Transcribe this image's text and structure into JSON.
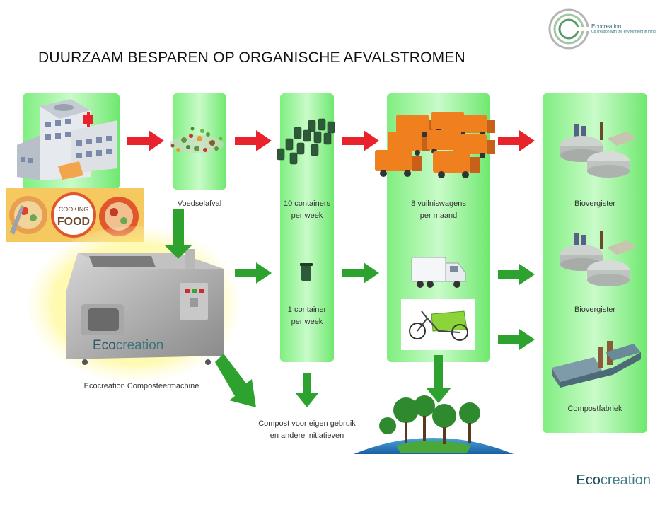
{
  "header": {
    "title": "DUURZAAM BESPAREN OP ORGANISCHE AFVALSTROMEN"
  },
  "logo": {
    "name": "Ecocreation",
    "tagline": "Co creation with the environment in mind"
  },
  "labels": {
    "food_waste": "Voedselafval",
    "containers_10_line1": "10 containers",
    "containers_10_line2": "per week",
    "trucks_line1": "8 vuilniswagens",
    "trucks_line2": "per maand",
    "digester_top": "Biovergister",
    "digester_mid": "Biovergister",
    "container_1_line1": "1 container",
    "container_1_line2": "per week",
    "compost_factory": "Compostfabriek",
    "machine": "Ecocreation Composteermachine",
    "compost_use_line1": "Compost voor eigen gebruik",
    "compost_use_line2": "en andere initiatieven",
    "cooking_food_line1": "COOKING",
    "cooking_food_line2": "FOOD"
  },
  "machine_brand": {
    "eco": "Eco",
    "rest": "creation"
  },
  "footer_brand": {
    "eco": "Eco",
    "rest": "creation"
  },
  "colors": {
    "column_green": "#55e055",
    "flow_red": "#e8232b",
    "flow_green": "#2ea22e",
    "truck_orange": "#f0801e",
    "brand_teal": "#3d7a84"
  }
}
